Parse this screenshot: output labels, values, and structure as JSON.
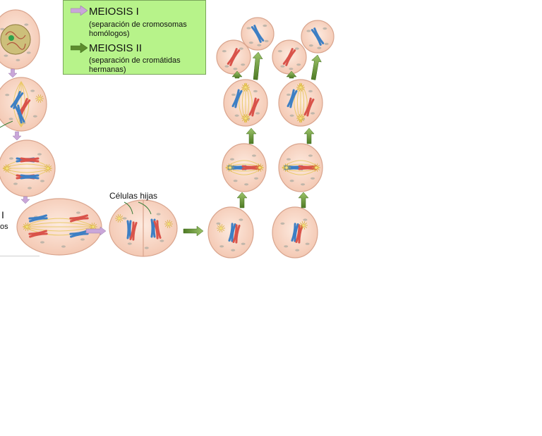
{
  "legend": {
    "meiosis1": {
      "title": "MEIOSIS I",
      "desc_line1": "(separación de cromosomas",
      "desc_line2": "homólogos)"
    },
    "meiosis2": {
      "title": "MEIOSIS II",
      "desc_line1": "(separación de cromátidas",
      "desc_line2": "hermanas)"
    }
  },
  "labels": {
    "daughter_cells": "Células hijas",
    "left_fragment_1": "I",
    "left_fragment_2": "os"
  },
  "colors": {
    "meiosis1_arrow": "#c9a6d9",
    "meiosis2_arrow": "#6f9a3c",
    "cell_fill": "#f8d6c4",
    "cell_edge": "#d9a58e",
    "chromosome_blue": "#3d7fc4",
    "chromosome_red": "#d9534a",
    "spindle": "#e8c75a",
    "legend_bg": "#b7f38a"
  }
}
